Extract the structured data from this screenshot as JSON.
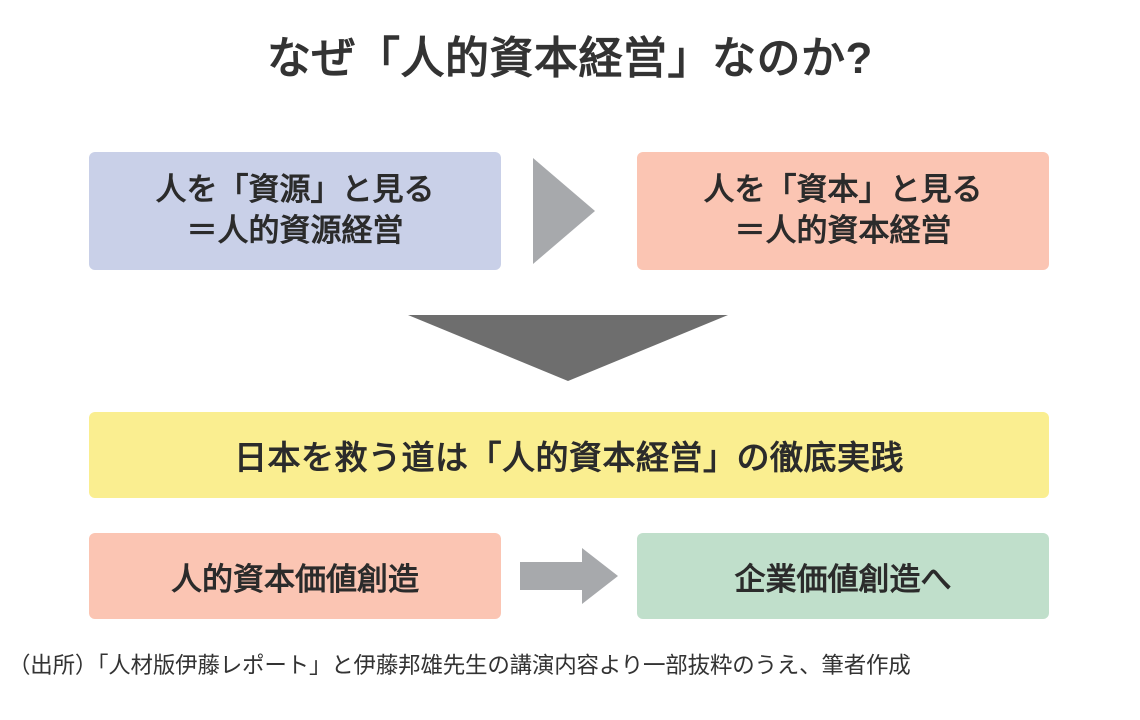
{
  "title": "なぜ「人的資本経営」なのか?",
  "colors": {
    "resource_box": "#c9d0e8",
    "capital_box": "#fbc5b3",
    "practice_box": "#faee90",
    "human_value_box": "#fbc5b3",
    "corp_value_box": "#c0dfcb",
    "arrow_light_gray": "#a7a9ac",
    "arrow_dark_gray": "#6e6e6e",
    "text": "#2b2b2b",
    "background": "#ffffff"
  },
  "boxes": {
    "resource": {
      "line1": "人を「資源」と見る",
      "line2": "＝人的資源経営"
    },
    "capital": {
      "line1": "人を「資本」と見る",
      "line2": "＝人的資本経営"
    },
    "practice": {
      "label": "日本を救う道は「人的資本経営」の徹底実践"
    },
    "human_value": {
      "label": "人的資本価値創造"
    },
    "corp_value": {
      "label": "企業価値創造へ"
    }
  },
  "arrows": {
    "top_right_triangle": "triangle-right-icon",
    "big_down_triangle": "triangle-down-icon",
    "bottom_right_block": "arrow-right-icon"
  },
  "source_note": "（出所）「人材版伊藤レポート」と伊藤邦雄先生の講演内容より一部抜粋のうえ、筆者作成"
}
